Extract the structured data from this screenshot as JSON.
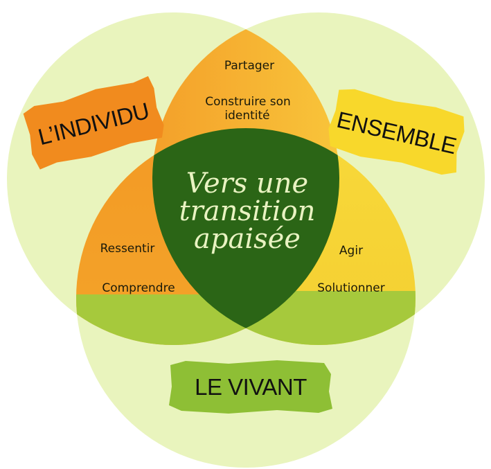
{
  "diagram": {
    "spheres": {
      "individu": "L’INDIVIDU",
      "ensemble": "ENSEMBLE",
      "vivant": "LE VIVANT"
    },
    "center_title": [
      "Vers une",
      "transition",
      "apaisée"
    ],
    "overlaps": {
      "top": {
        "line1": "Partager",
        "line2": "Construire son",
        "line3": "identité"
      },
      "left": {
        "line1": "Ressentir",
        "line2": "Comprendre"
      },
      "right": {
        "line1": "Agir",
        "line2": "Solutionner"
      }
    },
    "colors": {
      "circle_fill": "#e8f3b8",
      "orange": "#f5a126",
      "yellow": "#f6d52b",
      "light_green": "#a2c63a",
      "center_dark_green": "#2a6414",
      "label_orange": "#f18a1f",
      "label_yellow": "#f9d92c",
      "label_green": "#8cbf33"
    }
  }
}
